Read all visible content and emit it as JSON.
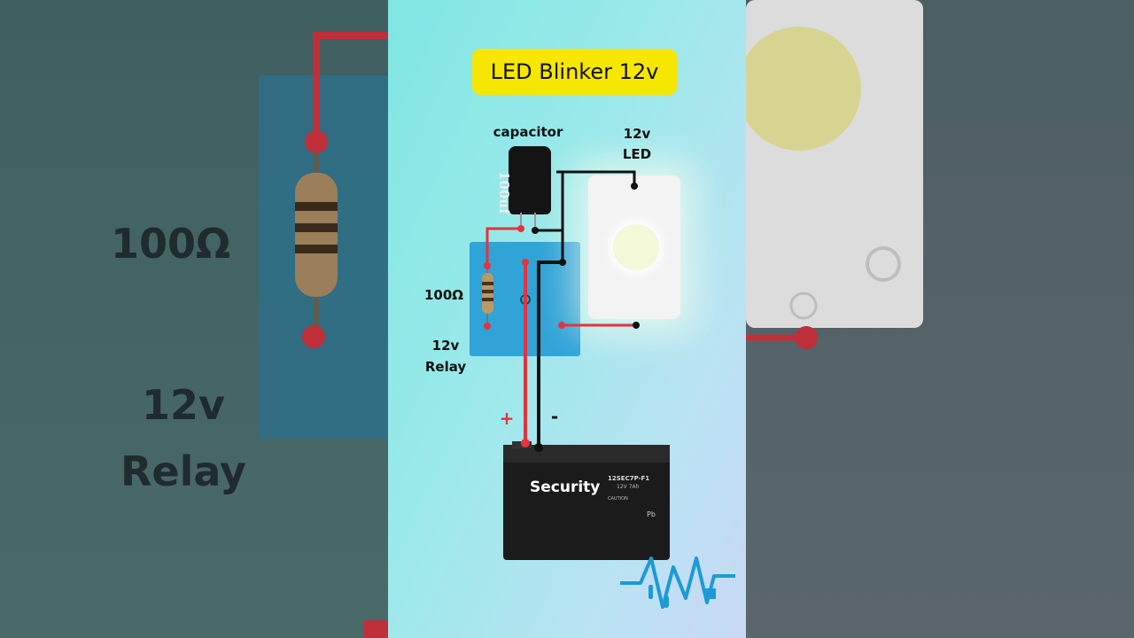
{
  "title": "LED Blinker 12v",
  "labels": {
    "capacitor": "capacitor",
    "led_line1": "12v",
    "led_line2": "LED",
    "resistor": "100Ω",
    "relay_line1": "12v",
    "relay_line2": "Relay",
    "plus": "+",
    "minus": "-"
  },
  "capacitor_marking": "100uf",
  "battery": {
    "brand": "Security",
    "model": "12SEC7P-F1",
    "rating": "12V 7Ah",
    "caution": "CAUTION",
    "pb": "Pb"
  },
  "side_left": {
    "resistor": "100Ω",
    "relay_line1": "12v",
    "relay_line2": "Relay"
  },
  "colors": {
    "title_bg": "#f7e600",
    "wire_red": "#e5323f",
    "wire_black": "#111111",
    "relay_blue": "#2a9fd6",
    "logo_blue": "#1c9ad6"
  },
  "icons": [
    "waveform-logo-icon",
    "led-icon",
    "resistor-icon",
    "chip-icon"
  ]
}
